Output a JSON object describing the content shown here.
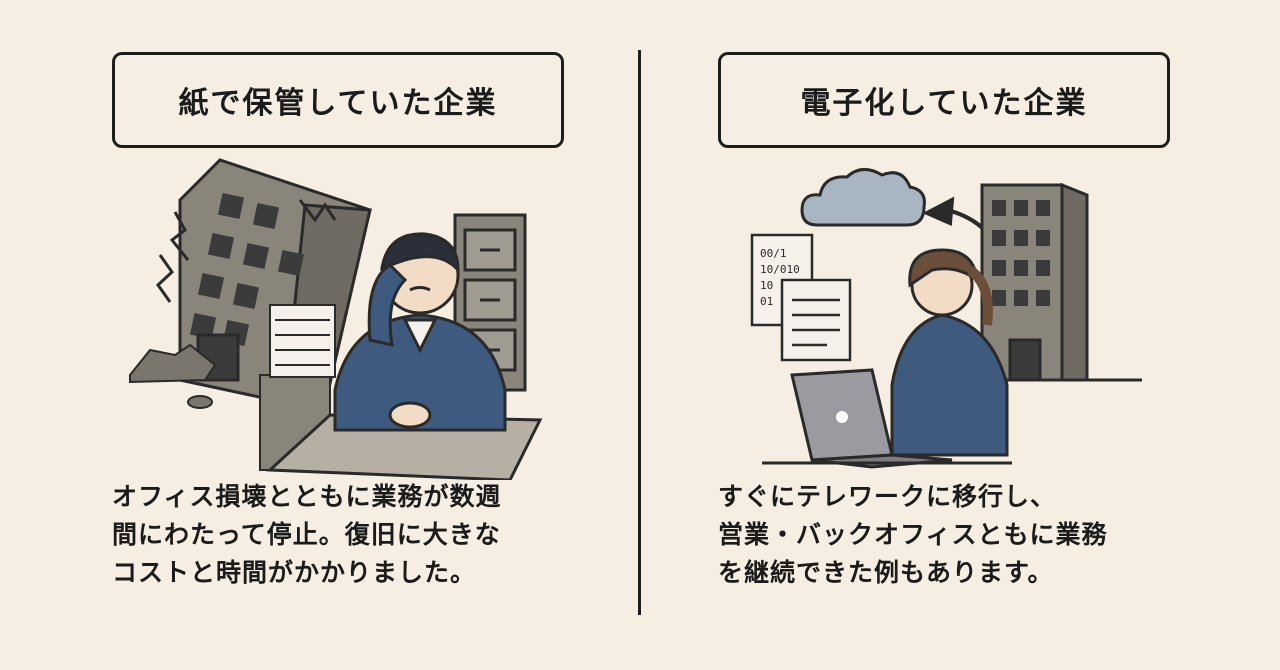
{
  "left": {
    "title": "紙で保管していた企業",
    "description_lines": [
      "オフィス損壊とともに業務が数週",
      "間にわたって停止。復旧に大きな",
      "コストと時間がかかりました。"
    ],
    "illustration": "damaged-office-worried-worker"
  },
  "right": {
    "title": "電子化していた企業",
    "description_lines": [
      "すぐにテレワークに移行し、",
      "営業・バックオフィスともに業務",
      "を継続できた例もあります。"
    ],
    "illustration": "remote-worker-cloud-backup",
    "document_text_lines": [
      "00/1",
      "10/010",
      "10",
      "01"
    ]
  },
  "colors": {
    "background": "#f6eee2",
    "ink": "#1e1e1e",
    "suit": "#3e5a7f",
    "building": "#8a857b",
    "cloud": "#a8b6c4"
  }
}
